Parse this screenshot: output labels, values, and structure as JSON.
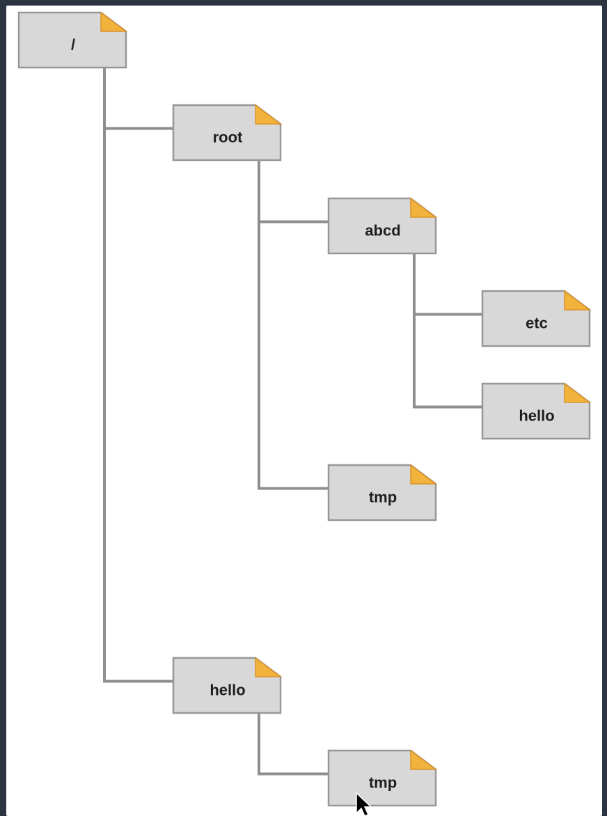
{
  "diagram": {
    "nodes": [
      {
        "id": "root-dir",
        "label": "/"
      },
      {
        "id": "root",
        "label": "root"
      },
      {
        "id": "abcd",
        "label": "abcd"
      },
      {
        "id": "etc",
        "label": "etc"
      },
      {
        "id": "abcd-hello",
        "label": "hello"
      },
      {
        "id": "root-tmp",
        "label": "tmp"
      },
      {
        "id": "hello",
        "label": "hello"
      },
      {
        "id": "hello-tmp",
        "label": "tmp"
      }
    ],
    "edges": [
      {
        "from": "root-dir",
        "to": "root"
      },
      {
        "from": "root",
        "to": "abcd"
      },
      {
        "from": "abcd",
        "to": "etc"
      },
      {
        "from": "abcd",
        "to": "abcd-hello"
      },
      {
        "from": "root",
        "to": "root-tmp"
      },
      {
        "from": "root-dir",
        "to": "hello"
      },
      {
        "from": "hello",
        "to": "hello-tmp"
      }
    ],
    "colors": {
      "background": "#2b3440",
      "canvas": "#ffffff",
      "node_fill": "#d8d8d8",
      "node_border": "#979797",
      "fold_corner": "#f2b33d",
      "connector": "#8e8e8e"
    },
    "icons": {
      "node": "folded-corner-document-icon",
      "cursor": "mouse-pointer-icon"
    }
  }
}
